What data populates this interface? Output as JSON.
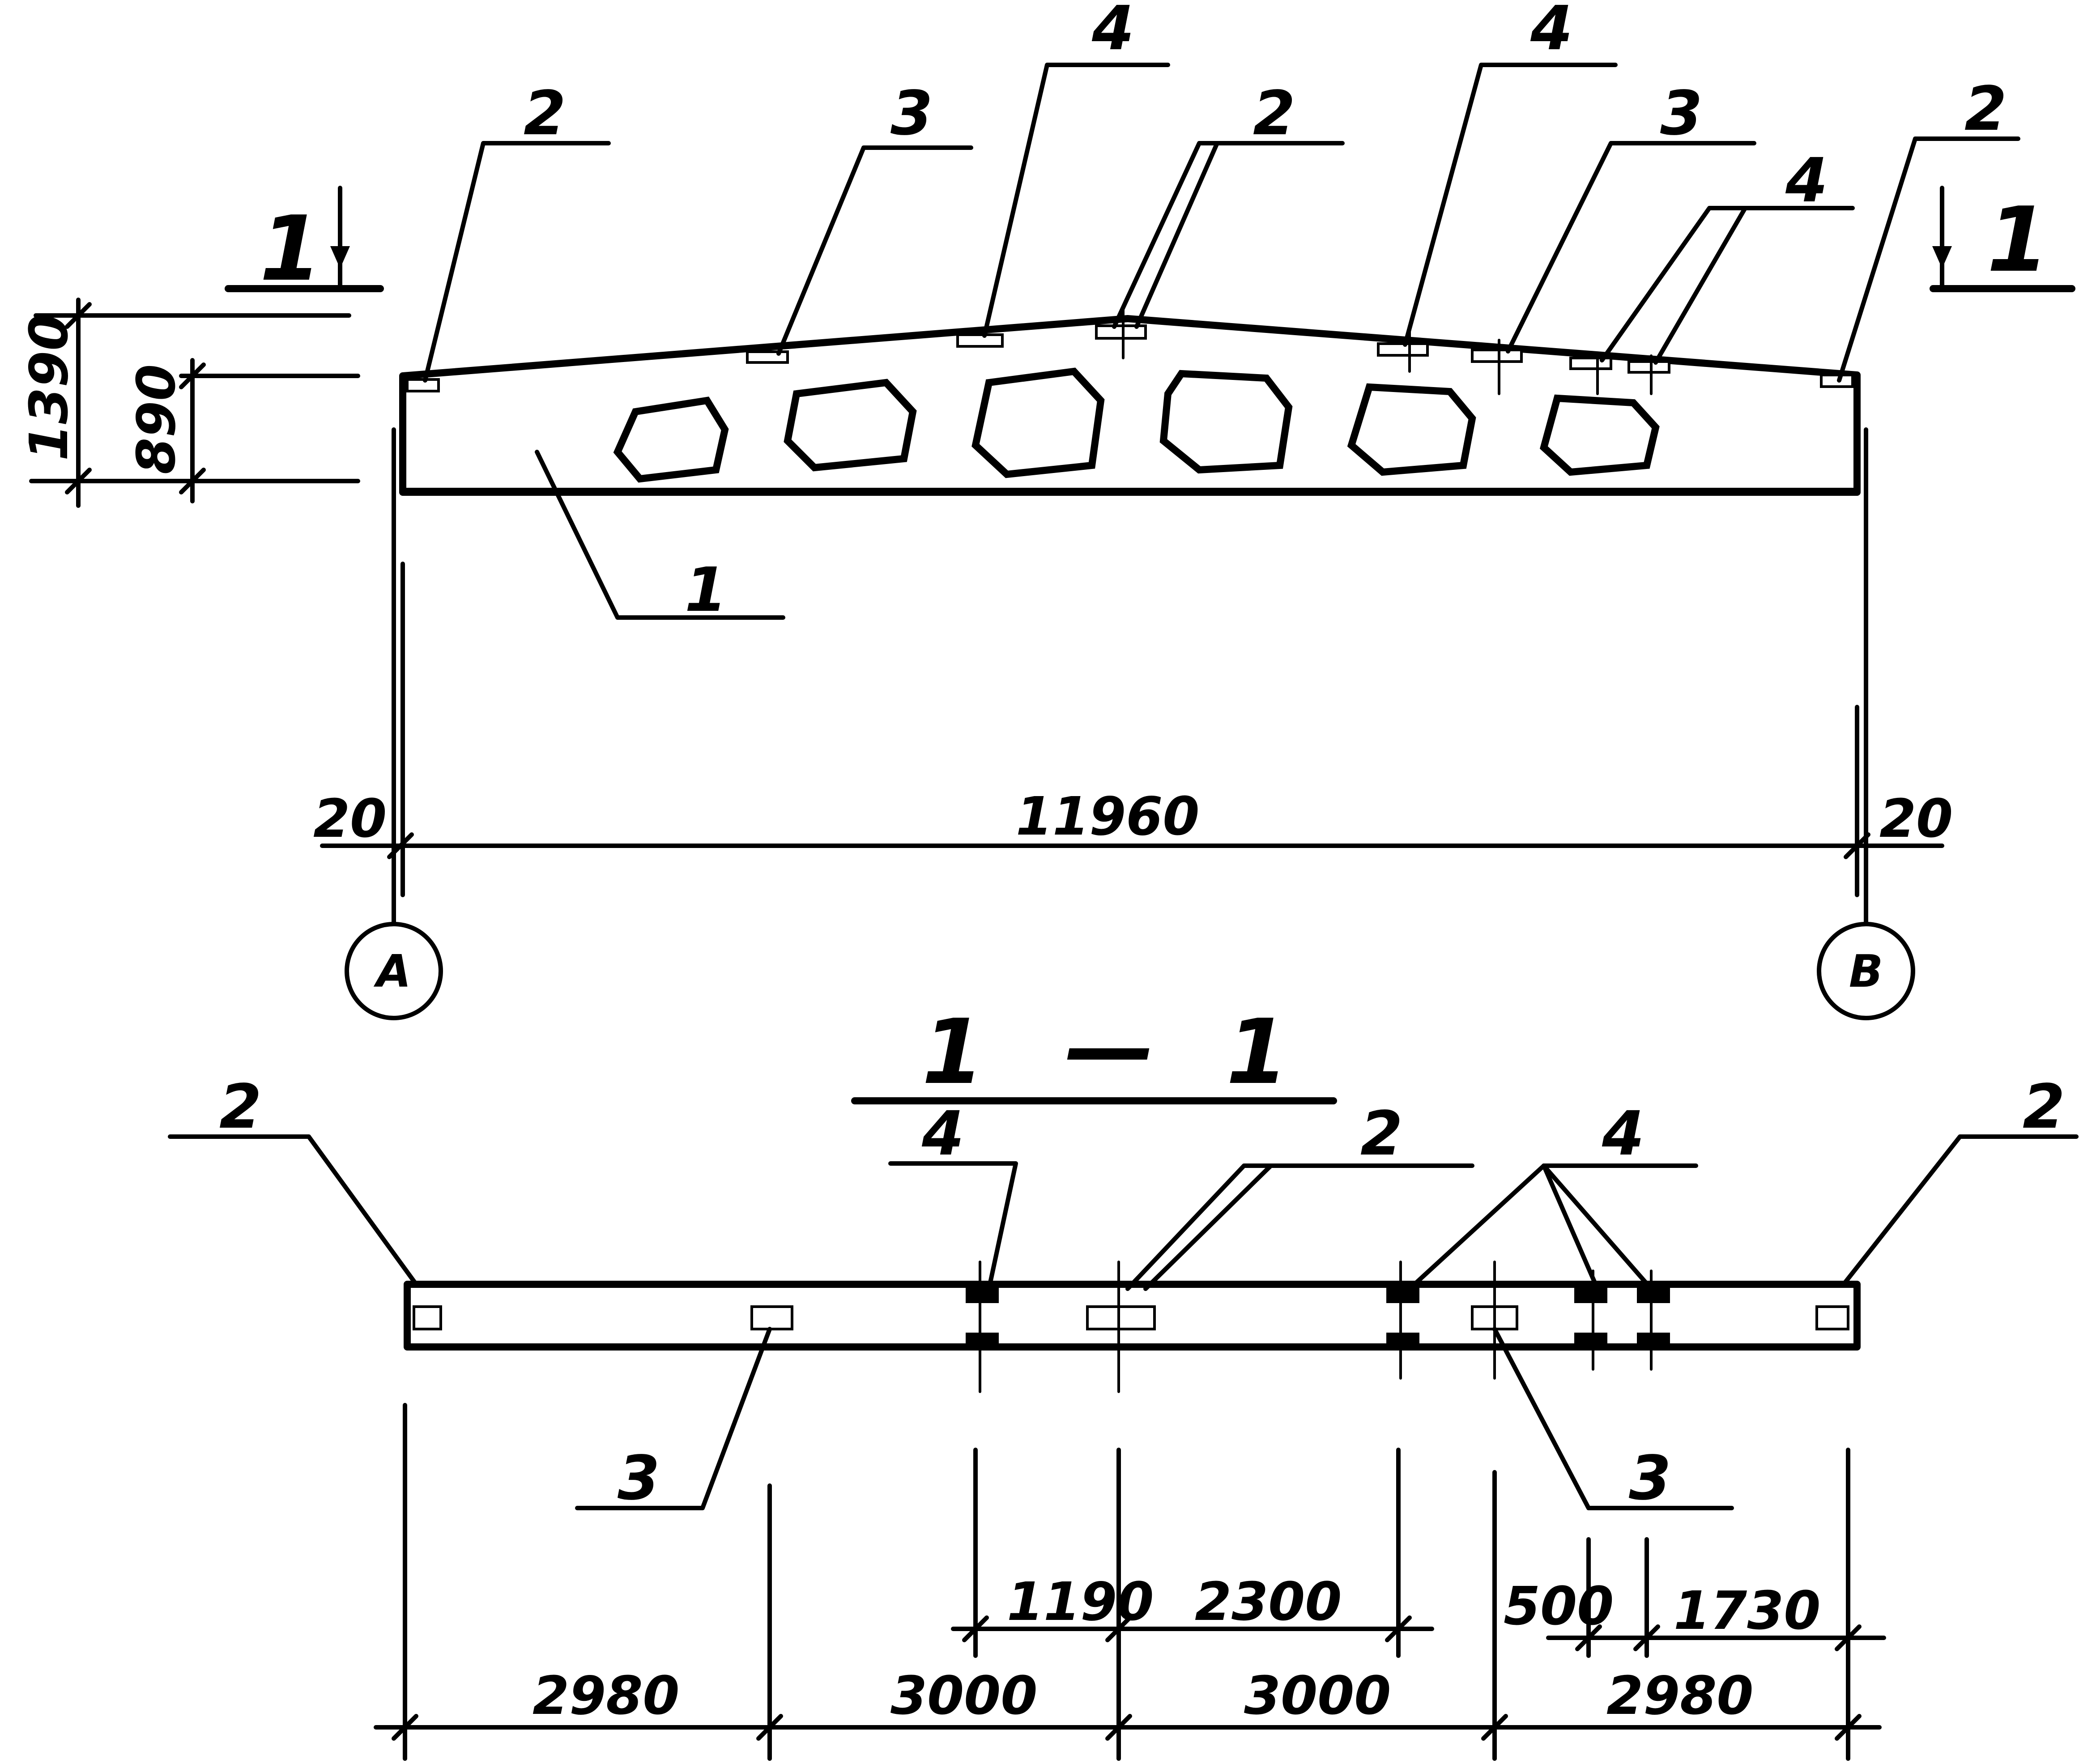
{
  "positions": {
    "beam": "1",
    "plate_2": "2",
    "plate_3": "3",
    "plate_4": "4"
  },
  "section_marks": {
    "left": "1",
    "right": "1"
  },
  "section_title": {
    "left": "1",
    "dash": "—",
    "right": "1"
  },
  "elevation_dims": {
    "total_height": "1390",
    "support_height": "890",
    "span": "11960",
    "offset_left": "20",
    "offset_right": "20"
  },
  "axes": {
    "left": "А",
    "right": "В"
  },
  "plan_dims": {
    "upper": [
      "1190",
      "2300",
      "500",
      "1730"
    ],
    "lower": [
      "2980",
      "3000",
      "3000",
      "2980"
    ]
  }
}
